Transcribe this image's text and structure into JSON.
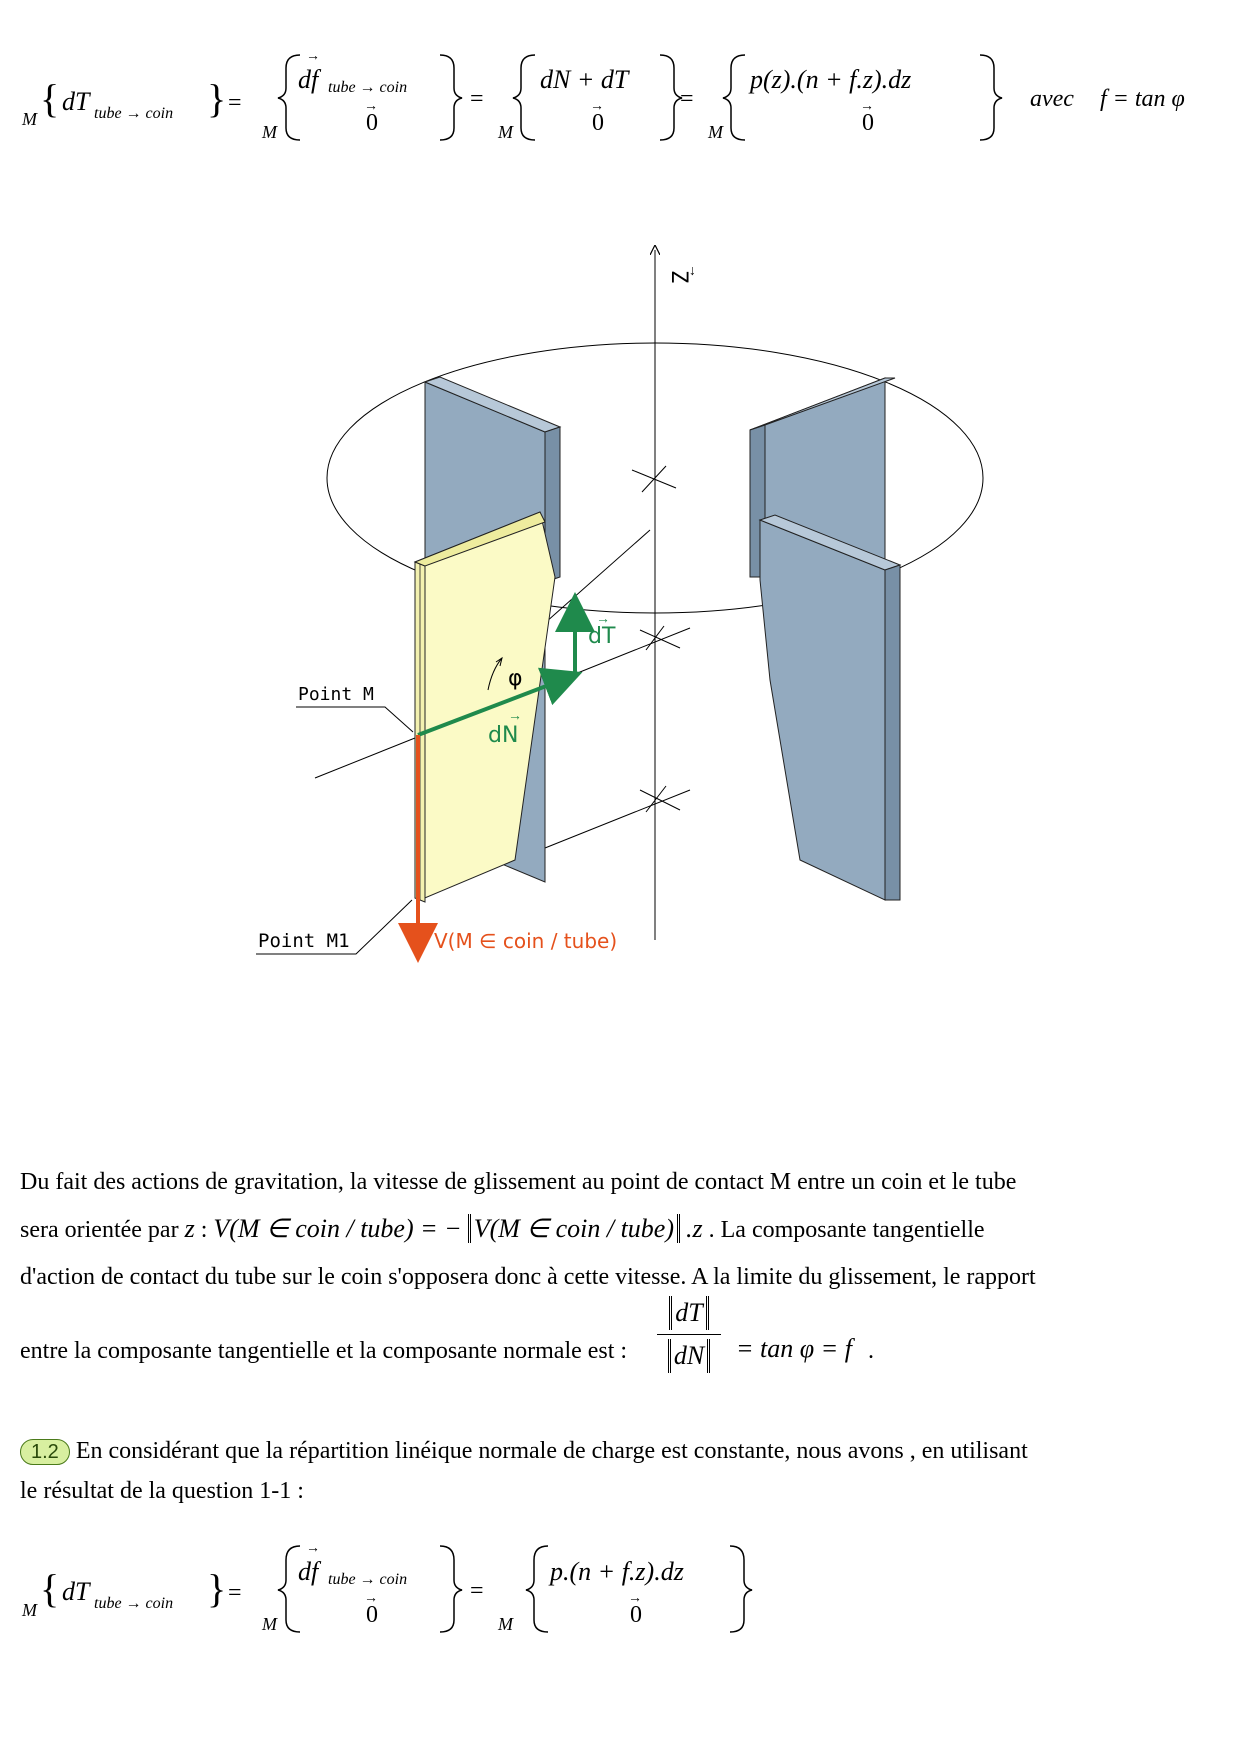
{
  "eq_top": {
    "lhs_sub": "M",
    "lhs_torsor": "dT",
    "lhs_torsor_sub": "tube → coin",
    "col1_top": "df",
    "col1_top_sub": "tube → coin",
    "col1_bottom": "0",
    "col2_top": "dN + dT",
    "col2_bottom": "0",
    "col3_top": "p(z).(n + f.z).dz",
    "col3_bottom": "0",
    "avec": "avec",
    "f_def": "f = tan φ"
  },
  "figure": {
    "axis_label": "Z",
    "dT_label": "dT",
    "dN_label": "dN",
    "phi_label": "φ",
    "point_m_label": "Point M",
    "point_m1_label": "Point M1",
    "velocity_label": "V(M ∈ coin / tube)",
    "colors": {
      "wedge": "#fbfac6",
      "tube_wall": "#93aabf",
      "force": "#1f8a4c",
      "velocity": "#e5511c"
    }
  },
  "paragraph1": {
    "line1": "Du fait des actions de gravitation, la vitesse de glissement au point de contact M entre un coin et le tube",
    "line2_prefix": "sera orientée par",
    "line2_vec": "z",
    "line2_colon": " : ",
    "line2_eq_left": "V(M ∈ coin / tube) = −",
    "line2_eq_norm": "V(M ∈ coin / tube)",
    "line2_eq_right": ".z",
    "line2_suffix": " . La composante tangentielle",
    "line3": "d'action de contact du tube sur le coin s'opposera donc à cette vitesse. A la limite du glissement, le rapport",
    "line4_prefix": "entre la composante tangentielle et la composante normale est :",
    "frac_num": "dT",
    "frac_den": "dN",
    "line4_eq": "= tan φ = f",
    "line4_end": " ."
  },
  "section": {
    "badge": "1.2",
    "line1": "En considérant que la répartition linéique normale de charge est constante, nous avons , en utilisant",
    "line2": "le résultat de la question 1-1 :"
  },
  "eq_bottom": {
    "lhs_sub": "M",
    "lhs_torsor": "dT",
    "lhs_torsor_sub": "tube → coin",
    "col1_top": "df",
    "col1_top_sub": "tube → coin",
    "col1_bottom": "0",
    "col2_top": "p.(n + f.z).dz",
    "col2_bottom": "0"
  }
}
